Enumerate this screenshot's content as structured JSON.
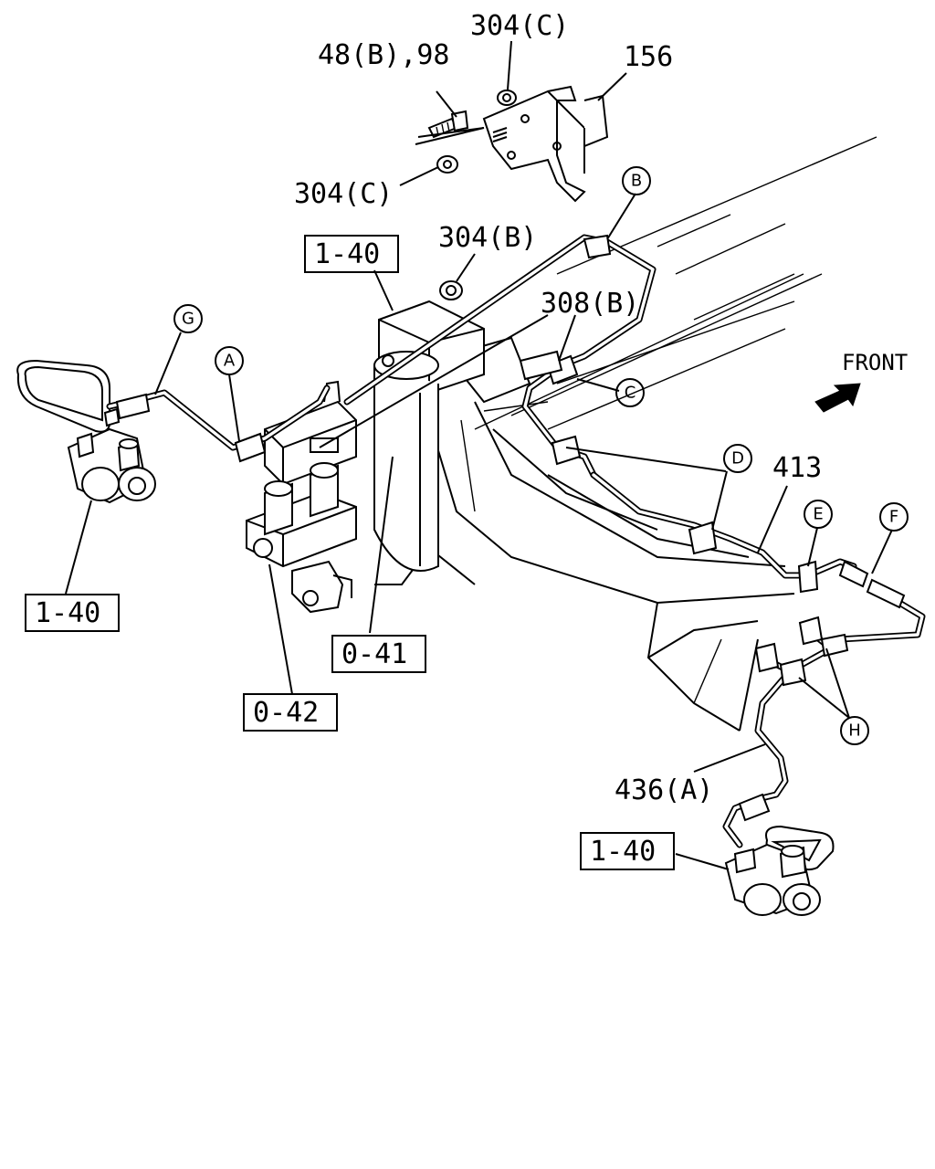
{
  "front_label": "FRONT",
  "callouts": {
    "c304c_top": "304(C)",
    "c48b98": "48(B),98",
    "c156": "156",
    "c304c_left": "304(C)",
    "c304b": "304(B)",
    "c308b": "308(B)",
    "c413": "413",
    "c436a": "436(A)"
  },
  "boxes": {
    "b140_top": "1-40",
    "b140_left": "1-40",
    "b041": "0-41",
    "b042": "0-42",
    "b140_right": "1-40"
  },
  "markers": {
    "A": "A",
    "B": "B",
    "C": "C",
    "D": "D",
    "E": "E",
    "F": "F",
    "G": "G",
    "H": "H"
  }
}
